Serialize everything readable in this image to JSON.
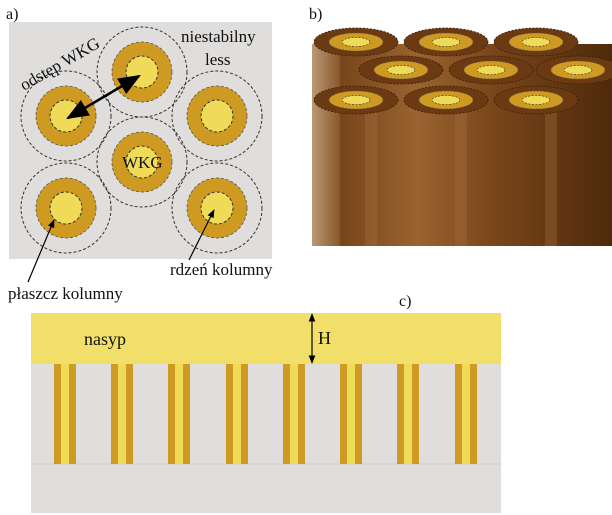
{
  "panel_a": {
    "letter": "a)",
    "spacing_label": "odstęp WKG",
    "soil_label_line1": "niestabilny",
    "soil_label_line2": "less",
    "column_label": "WKG",
    "sheath_label": "płaszcz kolumny",
    "core_label": "rdzeń kolumny"
  },
  "panel_b": {
    "letter": "b)"
  },
  "panel_c": {
    "letter": "c)",
    "embankment_label": "nasyp",
    "height_label": "H"
  },
  "colors": {
    "soil": "#e0dedc",
    "column_sheath": "#cf9a22",
    "column_core": "#f0db58",
    "embankment": "#f1df6a",
    "column_body_dark": "#5e3410",
    "column_body_light": "#a06a33"
  }
}
